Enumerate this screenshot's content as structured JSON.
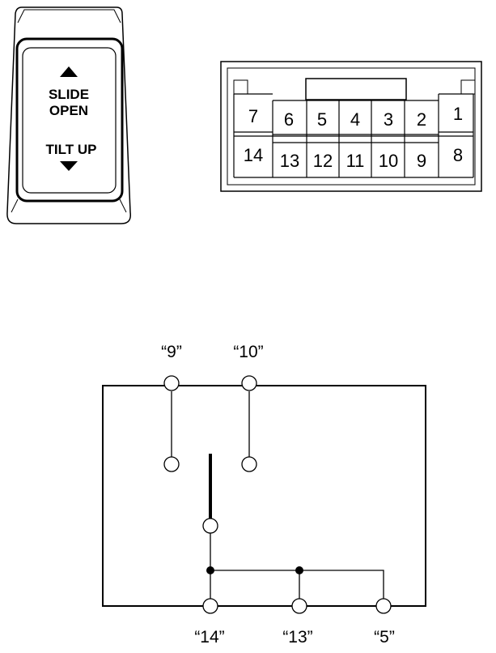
{
  "switch": {
    "line1": "SLIDE",
    "line2": "OPEN",
    "line3": "TILT UP",
    "icons": [
      "arrow-up-icon",
      "arrow-down-icon"
    ]
  },
  "connector": {
    "top_row": [
      "7",
      "6",
      "5",
      "4",
      "3",
      "2",
      "1"
    ],
    "bottom_row": [
      "14",
      "13",
      "12",
      "11",
      "10",
      "9",
      "8"
    ]
  },
  "schematic": {
    "terminals_top": [
      "“9”",
      "“10”"
    ],
    "terminals_bottom": [
      "“14”",
      "“13”",
      "“5”"
    ]
  }
}
